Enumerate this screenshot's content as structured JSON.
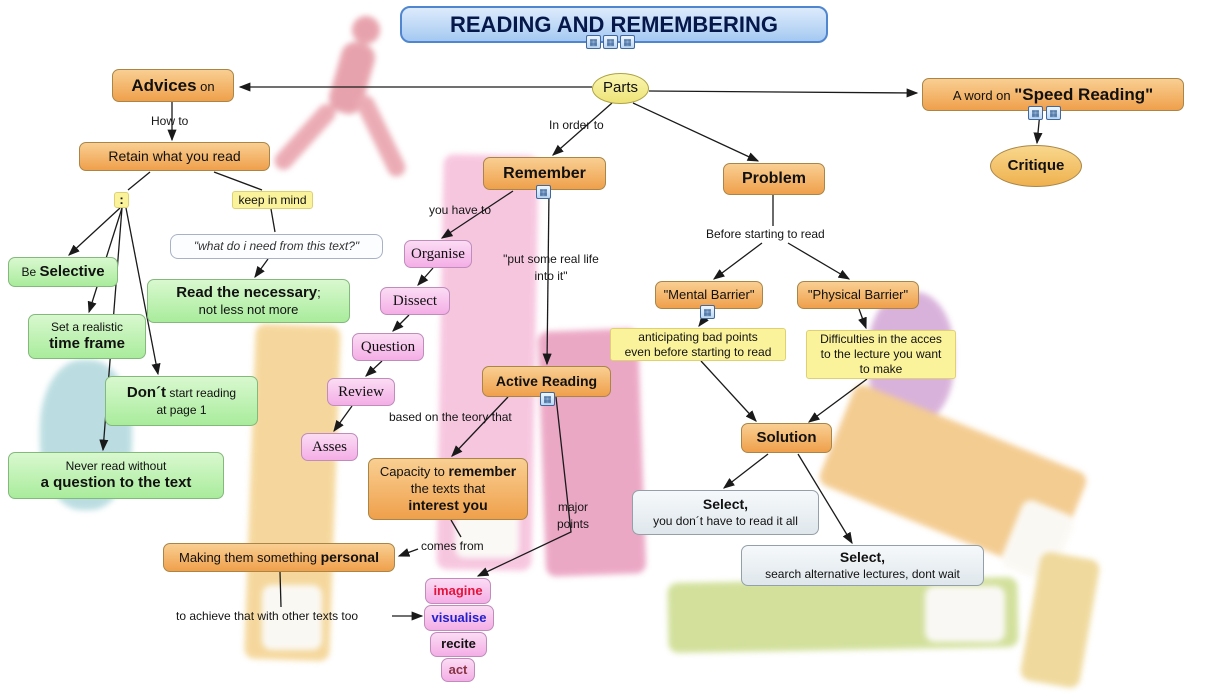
{
  "palette": {
    "title_fill": "#a5c9f1",
    "title_border": "#4f86cf",
    "node_orange": "#efa04b",
    "node_green": "#a9ec9c",
    "node_pink": "#f4aee6",
    "note_yellow": "#fbf39b",
    "select_gray": "#e7edf1",
    "parts_yellow": "#eee377",
    "imagine_red": "#e5133c",
    "visualise_blue": "#2020cf",
    "act_maroon": "#8a3344"
  },
  "title": "READING AND REMEMBERING",
  "nodes": {
    "parts": "Parts",
    "advices": {
      "bold": "Advices",
      "rest": " on"
    },
    "speed_reading": {
      "pre": "A word on ",
      "bold": "\"Speed Reading\""
    },
    "critique": "Critique",
    "retain": "Retain what you read",
    "colon": ":",
    "keep_in_mind": "keep in mind",
    "what_do_i_need": "\"what do i need from this text?\"",
    "be_selective": {
      "pre": "Be ",
      "bold": "Selective"
    },
    "read_necessary": {
      "bold": "Read the necessary",
      "rest": ";",
      "line2": "not less not more"
    },
    "time_frame": {
      "line1": "Set a realistic",
      "bold": "time frame"
    },
    "dont_start": {
      "bold": "Don´t",
      "rest": " start reading",
      "line2": "at page 1"
    },
    "never_read": {
      "line1": "Never read without",
      "bold": "a question to the text"
    },
    "remember": "Remember",
    "organise": "Organise",
    "dissect": "Dissect",
    "question": "Question",
    "review": "Review",
    "asses": "Asses",
    "active_reading": "Active Reading",
    "capacity": {
      "l1pre": "Capacity to ",
      "l1bold": "remember",
      "line2": "the texts that",
      "l3bold": "interest you"
    },
    "personal": {
      "pre": "Making them something ",
      "bold": "personal"
    },
    "imagine": "imagine",
    "visualise": "visualise",
    "recite": "recite",
    "act": "act",
    "problem": "Problem",
    "mental_barrier": "\"Mental Barrier\"",
    "physical_barrier": "\"Physical Barrier\"",
    "anticipating": {
      "line1": "anticipating bad points",
      "line2": "even before starting to read"
    },
    "difficulties": {
      "line1": "Difficulties in the acces",
      "line2": "to the lecture you want",
      "line3": "to make"
    },
    "solution": "Solution",
    "select_read_all": {
      "bold": "Select,",
      "line2": "you don´t have to read it all"
    },
    "select_alternative": {
      "bold": "Select,",
      "line2": "search alternative lectures, dont wait"
    }
  },
  "labels": {
    "how_to": "How to",
    "in_order_to": "In order to",
    "you_have_to": "you have to",
    "real_life_1": "\"put some real life",
    "real_life_2": "into it\"",
    "based_on": "based on the teory that",
    "major_1": "major",
    "major_2": "points",
    "comes_from": "comes from",
    "achieve": "to achieve that with other texts too",
    "before_starting": "Before starting to read"
  },
  "icons": {
    "resource_glyph": "▦"
  }
}
